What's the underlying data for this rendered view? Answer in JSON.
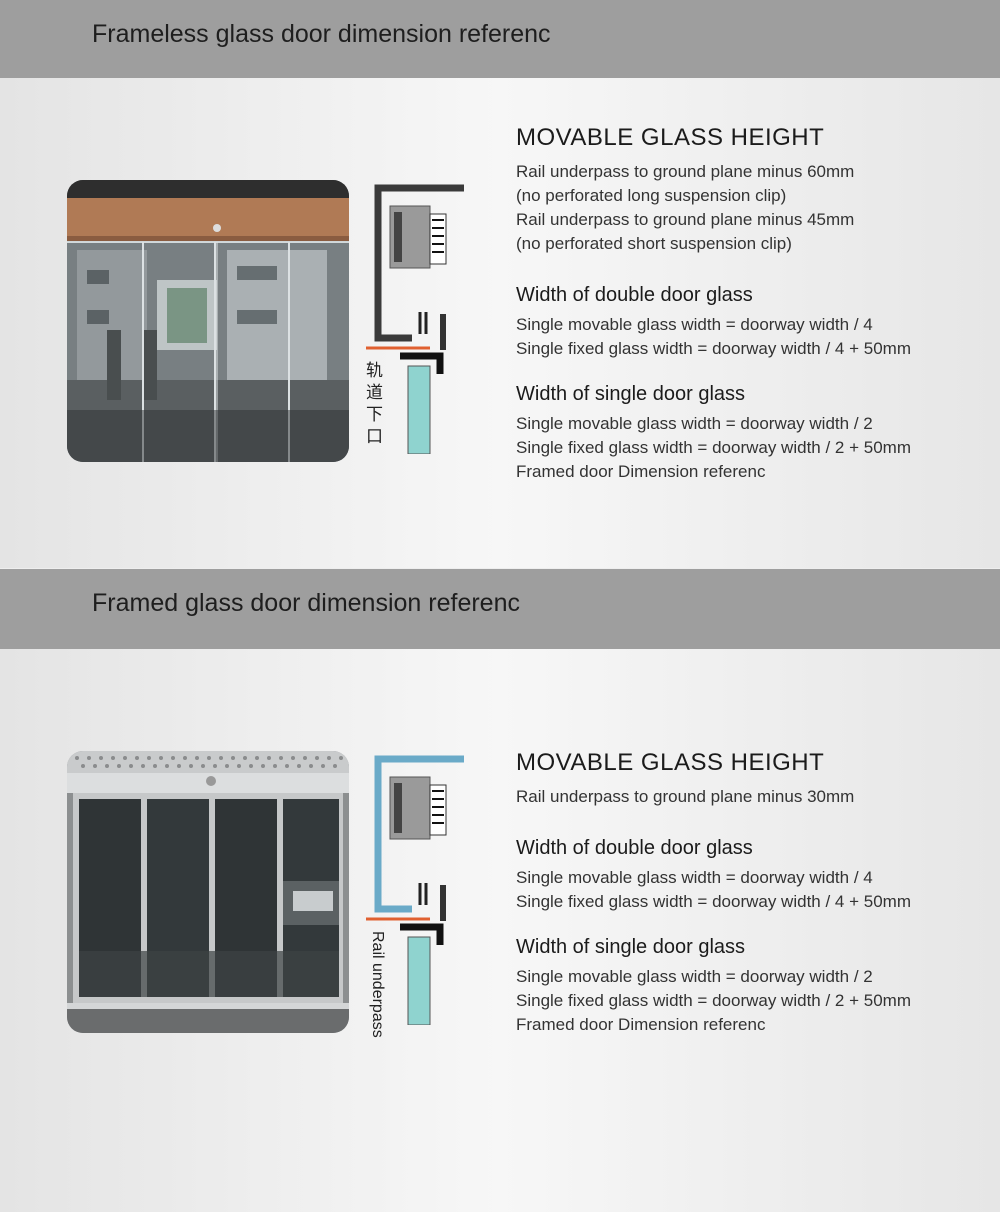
{
  "section1": {
    "header": "Frameless glass door dimension referenc",
    "diagram_label": [
      "轨",
      "道",
      "下",
      "口"
    ],
    "heading1": "MOVABLE GLASS HEIGHT",
    "height_lines": [
      "Rail underpass to ground plane minus 60mm",
      "(no perforated long suspension clip)",
      "Rail underpass to ground plane minus 45mm",
      "(no perforated short suspension clip)"
    ],
    "heading2": "Width of double door glass",
    "double_lines": [
      "Single movable glass width = doorway width / 4",
      "Single fixed glass width = doorway width / 4 + 50mm"
    ],
    "heading3": "Width of single door glass",
    "single_lines": [
      "Single movable glass width = doorway width / 2",
      "Single fixed glass width = doorway width / 2 + 50mm",
      "Framed door Dimension referenc"
    ]
  },
  "section2": {
    "header": "Framed glass door dimension referenc",
    "diagram_label": "Rail underpass",
    "heading1": "MOVABLE GLASS HEIGHT",
    "height_lines": [
      "Rail underpass to ground plane minus 30mm"
    ],
    "heading2": "Width of double door glass",
    "double_lines": [
      "Single movable glass width = doorway width / 4",
      "Single fixed glass width = doorway width / 4 + 50mm"
    ],
    "heading3": "Width of single door glass",
    "single_lines": [
      "Single movable glass width = doorway width / 2",
      "Single fixed glass width = doorway width / 2 + 50mm",
      "Framed door Dimension referenc"
    ]
  },
  "colors": {
    "band": "#9e9e9e",
    "rail_frameless": "#3a3a3a",
    "rail_framed": "#6aaac8",
    "underpass_line": "#e06030",
    "glass": "#8fd3cf"
  }
}
